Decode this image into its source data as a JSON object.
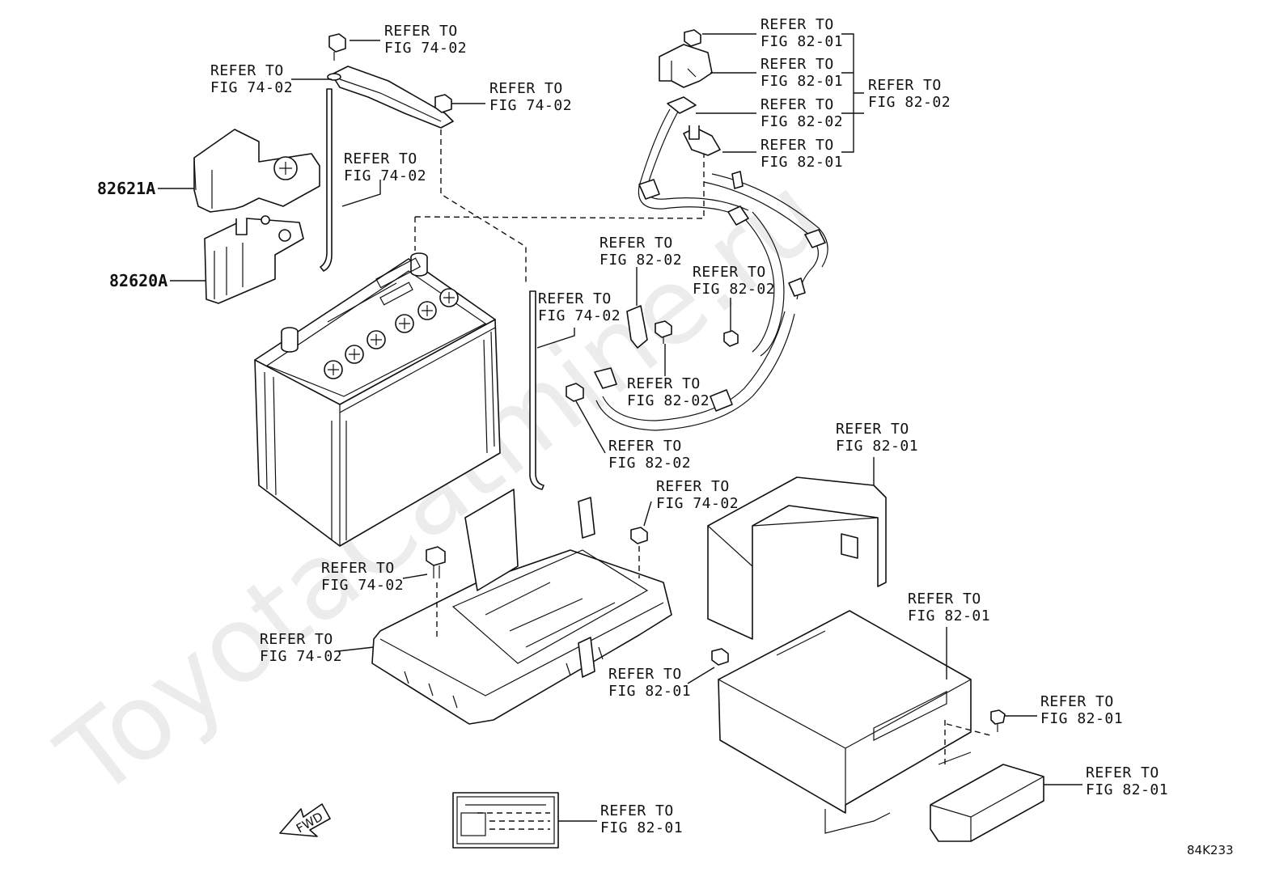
{
  "watermark": "ToyotaCatmine.ru",
  "diagram_code": "84K233",
  "fwd_label": "FWD",
  "part_numbers": [
    "82621A",
    "82620A"
  ],
  "callouts": [
    {
      "l1": "REFER TO",
      "l2": "FIG 74-02"
    },
    {
      "l1": "REFER TO",
      "l2": "FIG 74-02"
    },
    {
      "l1": "REFER TO",
      "l2": "FIG 74-02"
    },
    {
      "l1": "REFER TO",
      "l2": "FIG 74-02"
    },
    {
      "l1": "REFER TO",
      "l2": "FIG 82-01"
    },
    {
      "l1": "REFER TO",
      "l2": "FIG 82-01"
    },
    {
      "l1": "REFER TO",
      "l2": "FIG 82-02"
    },
    {
      "l1": "REFER TO",
      "l2": "FIG 82-01"
    },
    {
      "l1": "REFER TO",
      "l2": "FIG 82-02"
    },
    {
      "l1": "REFER TO",
      "l2": "FIG 82-02"
    },
    {
      "l1": "REFER TO",
      "l2": "FIG 82-02"
    },
    {
      "l1": "REFER TO",
      "l2": "FIG 74-02"
    },
    {
      "l1": "REFER TO",
      "l2": "FIG 82-02"
    },
    {
      "l1": "REFER TO",
      "l2": "FIG 82-02"
    },
    {
      "l1": "REFER TO",
      "l2": "FIG 82-01"
    },
    {
      "l1": "REFER TO",
      "l2": "FIG 74-02"
    },
    {
      "l1": "REFER TO",
      "l2": "FIG 74-02"
    },
    {
      "l1": "REFER TO",
      "l2": "FIG 74-02"
    },
    {
      "l1": "REFER TO",
      "l2": "FIG 82-01"
    },
    {
      "l1": "REFER TO",
      "l2": "FIG 82-01"
    },
    {
      "l1": "REFER TO",
      "l2": "FIG 82-01"
    },
    {
      "l1": "REFER TO",
      "l2": "FIG 82-01"
    },
    {
      "l1": "REFER TO",
      "l2": "FIG 82-01"
    }
  ]
}
